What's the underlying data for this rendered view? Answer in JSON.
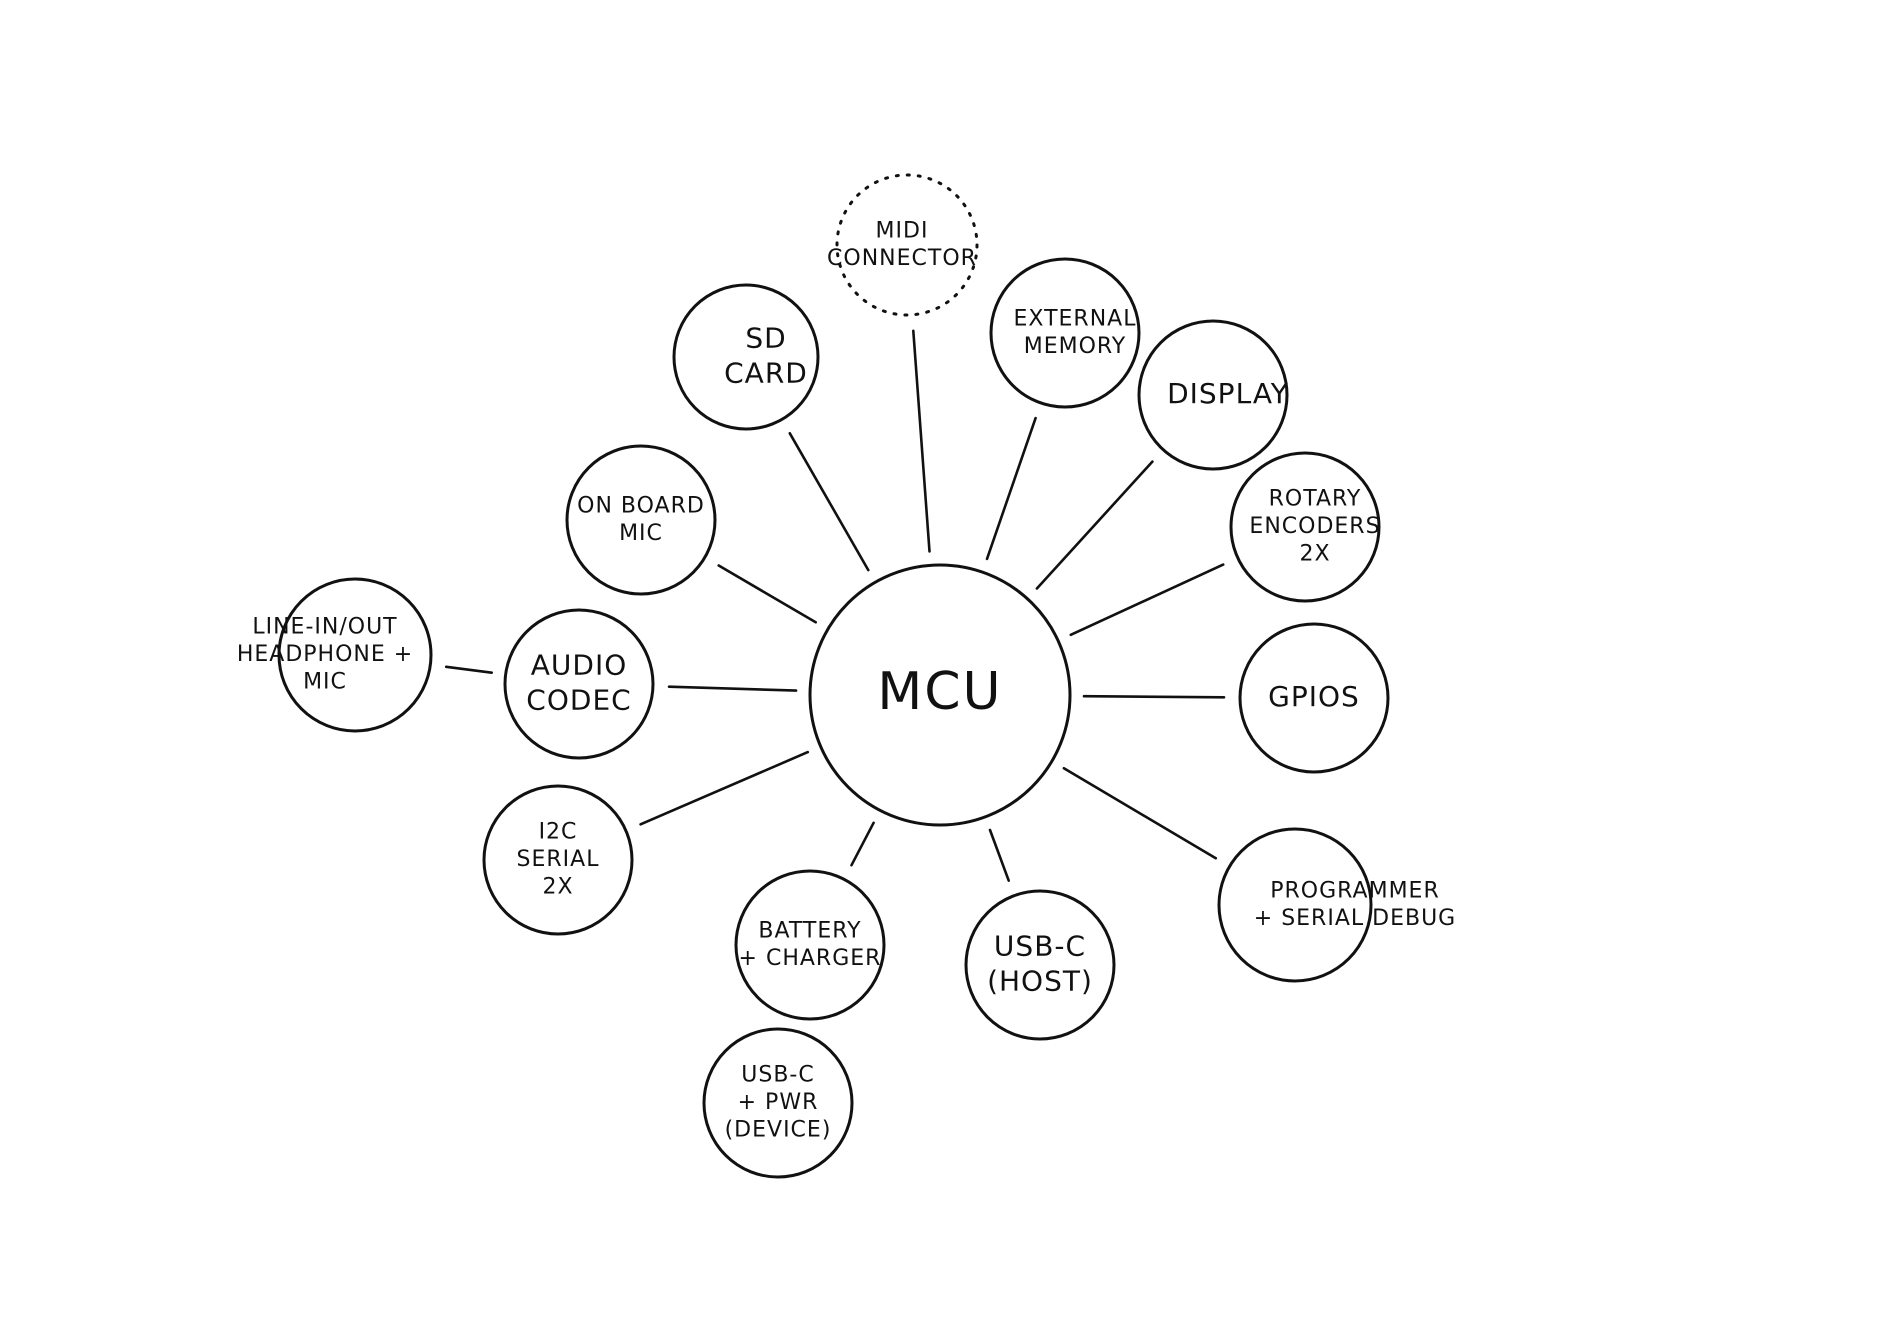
{
  "diagram": {
    "center": {
      "id": "mcu",
      "label": [
        "MCU"
      ]
    },
    "nodes": [
      {
        "id": "midi-connector",
        "label": [
          "MIDI",
          "CONNECTOR"
        ],
        "style": "dotted"
      },
      {
        "id": "sd-card",
        "label": [
          "SD",
          "CARD"
        ],
        "style": "solid"
      },
      {
        "id": "external-memory",
        "label": [
          "EXTERNAL",
          "MEMORY"
        ],
        "style": "solid"
      },
      {
        "id": "display",
        "label": [
          "DISPLAY"
        ],
        "style": "solid"
      },
      {
        "id": "onboard-mic",
        "label": [
          "ON BOARD",
          "MIC"
        ],
        "style": "solid"
      },
      {
        "id": "rotary-encoders",
        "label": [
          "ROTARY",
          "ENCODERS",
          "2x"
        ],
        "style": "solid"
      },
      {
        "id": "line-in-out",
        "label": [
          "LINE-IN/OUT",
          "HEADPHONE +",
          "MIC"
        ],
        "style": "solid"
      },
      {
        "id": "audio-codec",
        "label": [
          "AUDIO",
          "CODEC"
        ],
        "style": "solid"
      },
      {
        "id": "gpios",
        "label": [
          "GPIOS"
        ],
        "style": "solid"
      },
      {
        "id": "i2c-serial",
        "label": [
          "I2C",
          "SERIAL",
          "2x"
        ],
        "style": "solid"
      },
      {
        "id": "programmer",
        "label": [
          "PROGRAMMER",
          "+ SERIAL DEBUG"
        ],
        "style": "solid"
      },
      {
        "id": "battery-charger",
        "label": [
          "BATTERY",
          "+ CHARGER"
        ],
        "style": "solid"
      },
      {
        "id": "usb-c-host",
        "label": [
          "USB-C",
          "(HOST)"
        ],
        "style": "solid"
      },
      {
        "id": "usb-c-device",
        "label": [
          "USB-C",
          "+ PWR",
          "(DEVICE)"
        ],
        "style": "solid"
      }
    ],
    "edges": [
      [
        "mcu",
        "midi-connector"
      ],
      [
        "mcu",
        "sd-card"
      ],
      [
        "mcu",
        "external-memory"
      ],
      [
        "mcu",
        "display"
      ],
      [
        "mcu",
        "onboard-mic"
      ],
      [
        "mcu",
        "rotary-encoders"
      ],
      [
        "mcu",
        "audio-codec"
      ],
      [
        "mcu",
        "gpios"
      ],
      [
        "mcu",
        "i2c-serial"
      ],
      [
        "mcu",
        "programmer"
      ],
      [
        "mcu",
        "battery-charger"
      ],
      [
        "mcu",
        "usb-c-host"
      ],
      [
        "audio-codec",
        "line-in-out"
      ]
    ]
  }
}
